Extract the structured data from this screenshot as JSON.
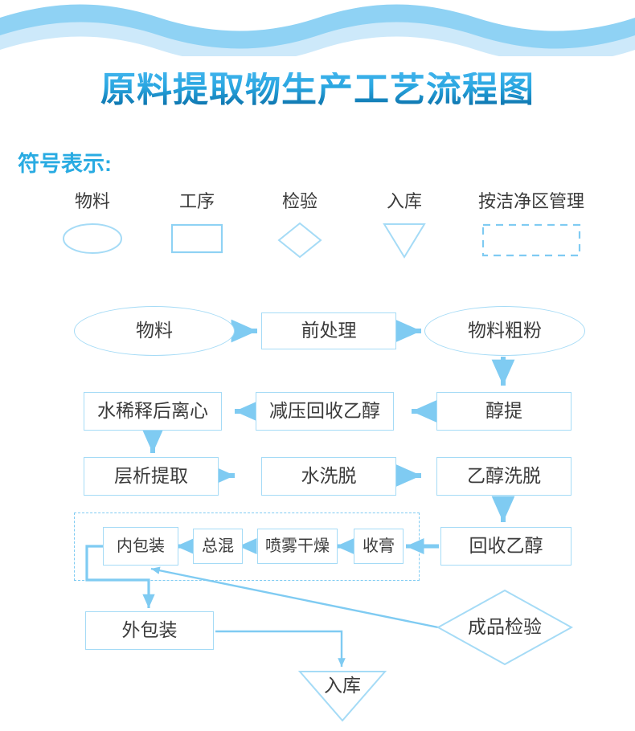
{
  "page": {
    "title": "原料提取物生产工艺流程图",
    "legend_heading": "符号表示:",
    "colors": {
      "wave_back": "#CDE9FA",
      "wave_front": "#8FD2F4",
      "title_gradient_top": "#3FB3EC",
      "title_gradient_bottom": "#0A6FA8",
      "heading_blue": "#29ABE2",
      "shape_stroke": "#A5DBF6",
      "arrow_blue": "#7FCBF2",
      "text_dark": "#3b3b3b",
      "background": "#FFFFFF"
    }
  },
  "legend": {
    "items": [
      {
        "label": "物料",
        "shape": "ellipse-icon",
        "shape_name": "ellipse"
      },
      {
        "label": "工序",
        "shape": "rectangle-icon",
        "shape_name": "rectangle"
      },
      {
        "label": "检验",
        "shape": "diamond-icon",
        "shape_name": "diamond"
      },
      {
        "label": "入库",
        "shape": "triangle-down-icon",
        "shape_name": "triangle-down"
      },
      {
        "label": "按洁净区管理",
        "shape": "dashed-rectangle-icon",
        "shape_name": "dashed-rectangle"
      }
    ]
  },
  "flow": {
    "clean_zone_label": "按洁净区管理",
    "nodes": [
      {
        "id": "n1",
        "label": "物料",
        "shape": "ellipse"
      },
      {
        "id": "n2",
        "label": "前处理",
        "shape": "rect"
      },
      {
        "id": "n3",
        "label": "物料粗粉",
        "shape": "ellipse"
      },
      {
        "id": "n4",
        "label": "醇提",
        "shape": "rect"
      },
      {
        "id": "n5",
        "label": "减压回收乙醇",
        "shape": "rect"
      },
      {
        "id": "n6",
        "label": "水稀释后离心",
        "shape": "rect"
      },
      {
        "id": "n7",
        "label": "层析提取",
        "shape": "rect"
      },
      {
        "id": "n8",
        "label": "水洗脱",
        "shape": "rect"
      },
      {
        "id": "n9",
        "label": "乙醇洗脱",
        "shape": "rect"
      },
      {
        "id": "n10",
        "label": "回收乙醇",
        "shape": "rect"
      },
      {
        "id": "n11",
        "label": "收膏",
        "shape": "rect"
      },
      {
        "id": "n12",
        "label": "喷雾干燥",
        "shape": "rect"
      },
      {
        "id": "n13",
        "label": "总混",
        "shape": "rect"
      },
      {
        "id": "n14",
        "label": "内包装",
        "shape": "rect"
      },
      {
        "id": "n15",
        "label": "外包装",
        "shape": "rect"
      },
      {
        "id": "n16",
        "label": "成品检验",
        "shape": "diamond"
      },
      {
        "id": "n17",
        "label": "入库",
        "shape": "triangle"
      }
    ],
    "edges": [
      {
        "from": "n1",
        "to": "n2",
        "dir": "right"
      },
      {
        "from": "n2",
        "to": "n3",
        "dir": "right"
      },
      {
        "from": "n3",
        "to": "n4",
        "dir": "down"
      },
      {
        "from": "n4",
        "to": "n5",
        "dir": "left"
      },
      {
        "from": "n5",
        "to": "n6",
        "dir": "left"
      },
      {
        "from": "n6",
        "to": "n7",
        "dir": "down"
      },
      {
        "from": "n7",
        "to": "n8",
        "dir": "right"
      },
      {
        "from": "n8",
        "to": "n9",
        "dir": "right"
      },
      {
        "from": "n9",
        "to": "n10",
        "dir": "down"
      },
      {
        "from": "n10",
        "to": "n11",
        "dir": "left"
      },
      {
        "from": "n11",
        "to": "n12",
        "dir": "left"
      },
      {
        "from": "n12",
        "to": "n13",
        "dir": "left"
      },
      {
        "from": "n13",
        "to": "n14",
        "dir": "left"
      },
      {
        "from": "n14",
        "to": "n15",
        "dir": "elbow-left-down"
      },
      {
        "from": "n15",
        "to": "n17",
        "dir": "elbow-right-down"
      },
      {
        "from": "n16",
        "to": "n14",
        "dir": "diagonal"
      }
    ]
  }
}
